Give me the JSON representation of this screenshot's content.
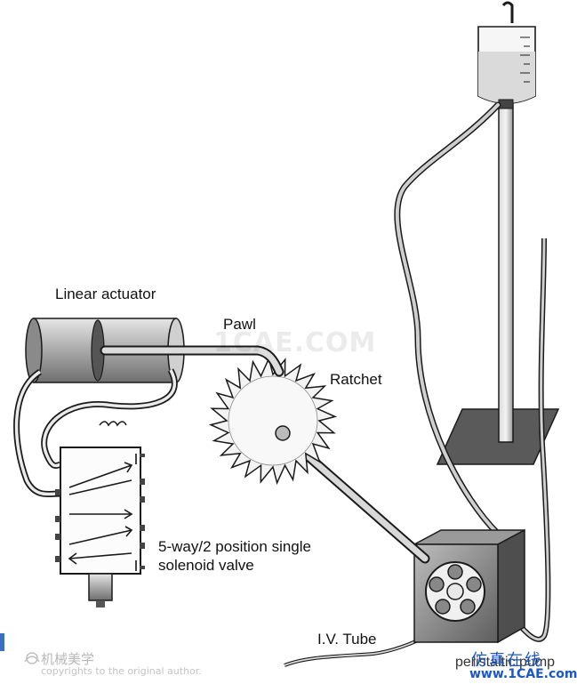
{
  "labels": {
    "linear_actuator": "Linear actuator",
    "pawl": "Pawl",
    "ratchet": "Ratchet",
    "valve_line1": "5-way/2 position single",
    "valve_line2": "solenoid valve",
    "iv_tube": "I.V. Tube",
    "peristaltic_pump": "peristaltic pump"
  },
  "watermarks": {
    "chinese_brand": "机械美学",
    "copyright": "copyrights to the original author.",
    "center": "1CAE.COM",
    "site_cn": "仿真在线",
    "site": "www.1CAE.com"
  },
  "colors": {
    "ink": "#1a1a1a",
    "site_blue": "#1a57c9"
  }
}
